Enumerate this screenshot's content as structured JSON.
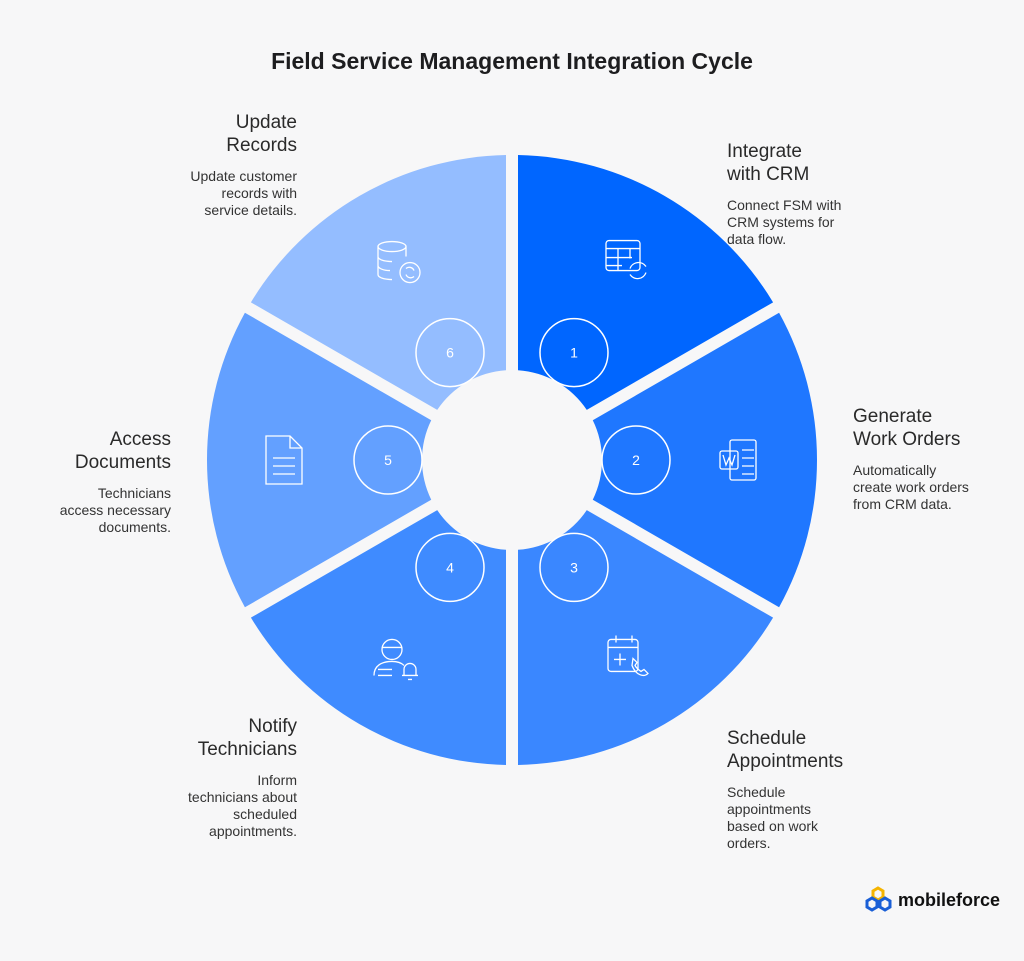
{
  "title": "Field Service Management Integration Cycle",
  "steps": [
    {
      "num": "1",
      "title1": "Integrate",
      "title2": "with CRM",
      "desc": [
        "Connect FSM with",
        "CRM systems for",
        "data flow."
      ],
      "color": "#0066ff",
      "icon": "table-sync-icon"
    },
    {
      "num": "2",
      "title1": "Generate",
      "title2": "Work Orders",
      "desc": [
        "Automatically",
        "create work orders",
        "from CRM data."
      ],
      "color": "#1f77ff",
      "icon": "word-document-icon"
    },
    {
      "num": "3",
      "title1": "Schedule",
      "title2": "Appointments",
      "desc": [
        "Schedule",
        "appointments",
        "based on work",
        "orders."
      ],
      "color": "#3a87ff",
      "icon": "calendar-phone-icon"
    },
    {
      "num": "4",
      "title1": "Notify",
      "title2": "Technicians",
      "desc": [
        "Inform",
        "technicians about",
        "scheduled",
        "appointments."
      ],
      "color": "#3f8bff",
      "icon": "technician-bell-icon"
    },
    {
      "num": "5",
      "title1": "Access",
      "title2": "Documents",
      "desc": [
        "Technicians",
        "access necessary",
        "documents."
      ],
      "color": "#63a0ff",
      "icon": "document-icon"
    },
    {
      "num": "6",
      "title1": "Update",
      "title2": "Records",
      "desc": [
        "Update customer",
        "records with",
        "service details."
      ],
      "color": "#94bdff",
      "icon": "database-sync-icon"
    }
  ],
  "brand": "mobileforce"
}
